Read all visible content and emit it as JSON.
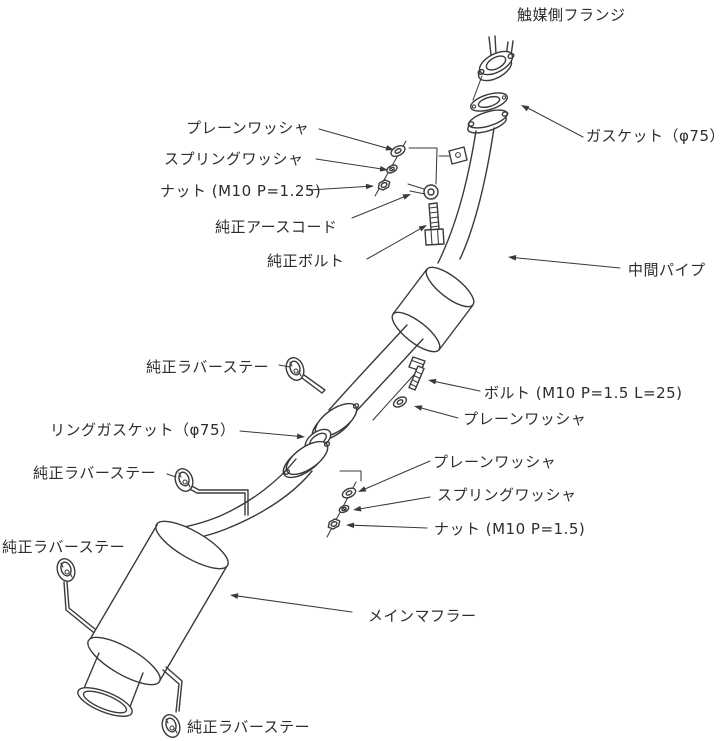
{
  "colors": {
    "background": "#ffffff",
    "line": "#3a3a3a",
    "text": "#2d2d2d"
  },
  "labels": {
    "catalyst_flange": "触媒側フランジ",
    "gasket_75": "ガスケット（φ75）",
    "plain_washer_top": "プレーンワッシャ",
    "spring_washer_top": "スプリングワッシャ",
    "nut_m10_p125": "ナット (M10 P=1.25)",
    "earth_cord": "純正アースコード",
    "genuine_bolt": "純正ボルト",
    "intermediate_pipe": "中間パイプ",
    "rubber_stay_mid": "純正ラバーステー",
    "ring_gasket_75": "リングガスケット（φ75）",
    "bolt_m10_l25": "ボルト (M10 P=1.5 L=25)",
    "plain_washer_mid": "プレーンワッシャ",
    "plain_washer_lower": "プレーンワッシャ",
    "spring_washer_lower": "スプリングワッシャ",
    "nut_m10_p15": "ナット (M10 P=1.5)",
    "rubber_stay_left": "純正ラバーステー",
    "rubber_stay_lowerleft": "純正ラバーステー",
    "main_muffler": "メインマフラー",
    "rubber_stay_bottom": "純正ラバーステー"
  }
}
